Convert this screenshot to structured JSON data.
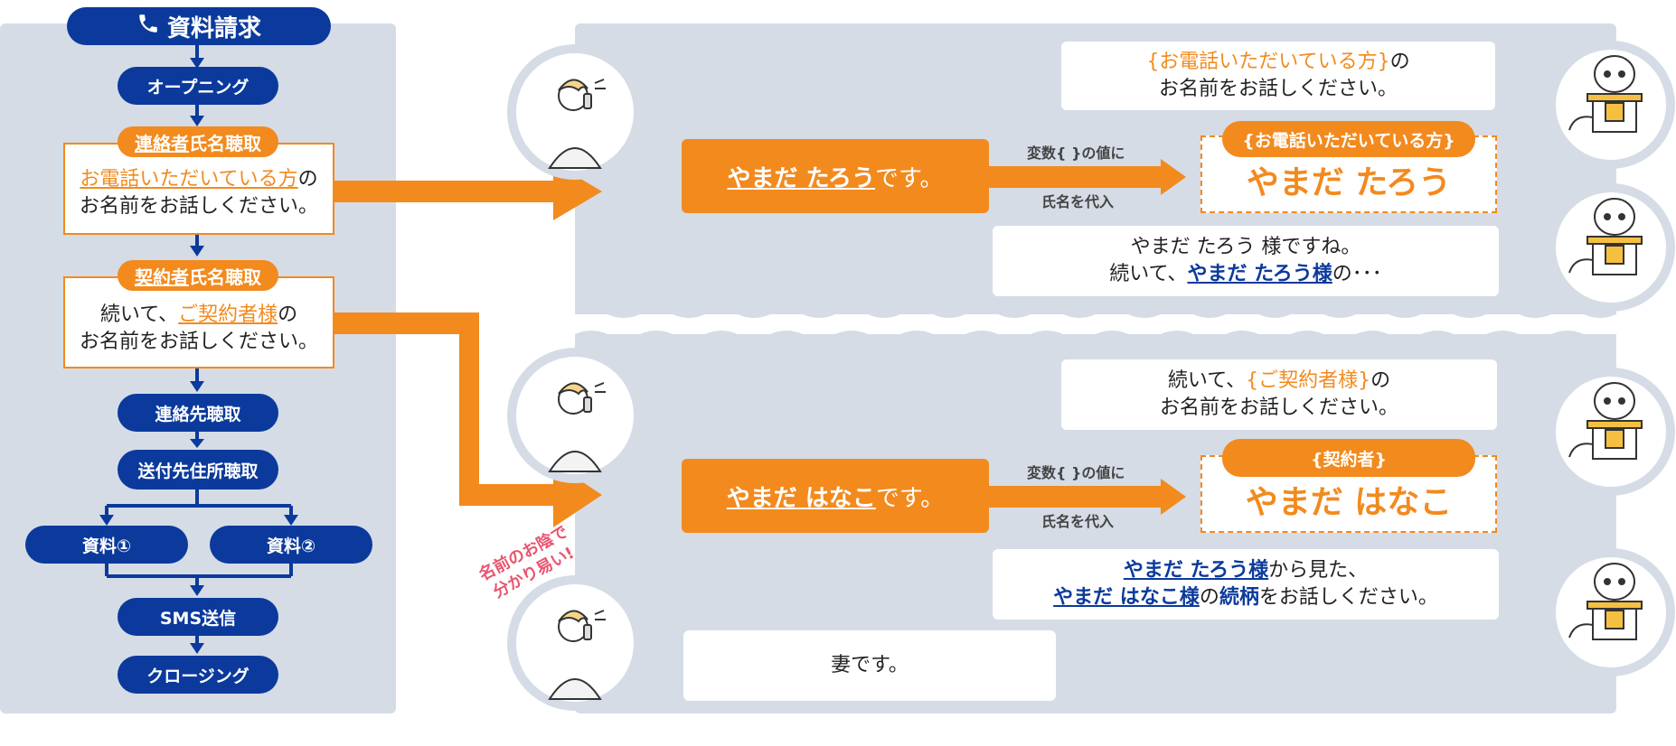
{
  "flow": {
    "top": "資料請求",
    "opening": "オープニング",
    "contact": {
      "tab_underlined": "連絡者",
      "tab_rest": "氏名聴取",
      "line1_link": "お電話いただいている方",
      "line1_rest": "の",
      "line2": "お名前をお話しください。"
    },
    "contract": {
      "tab_underlined": "契約者",
      "tab_rest": "氏名聴取",
      "line1_pre": "続いて、",
      "line1_link": "ご契約者様",
      "line1_rest": "の",
      "line2": "お名前をお話しください。"
    },
    "step_contact": "連絡先聴取",
    "step_address": "送付先住所聴取",
    "material1": "資料①",
    "material2": "資料②",
    "sms": "SMS送信",
    "closing": "クロージング"
  },
  "top_panel": {
    "bot_q1_var": "{お電話いただいている方}",
    "bot_q1_rest": "の",
    "bot_q1_line2": "お名前をお話しください。",
    "user_answer_name": "やまだ たろう",
    "user_answer_rest": "です。",
    "arrow_label1": "変数{ }の値に",
    "arrow_label2": "氏名を代入",
    "var_tab": "{お電話いただいている方}",
    "var_value": "やまだ たろう",
    "bot_confirm_line1": "やまだ たろう 様ですね。",
    "bot_confirm_line2_pre": "続いて、",
    "bot_confirm_line2_name": "やまだ たろう様",
    "bot_confirm_line2_rest": "の･･･"
  },
  "bottom_panel": {
    "bot_q1_pre": "続いて、",
    "bot_q1_var": "{ご契約者様}",
    "bot_q1_rest": "の",
    "bot_q1_line2": "お名前をお話しください。",
    "user_answer_name": "やまだ はなこ",
    "user_answer_rest": "です。",
    "arrow_label1": "変数{ }の値に",
    "arrow_label2": "氏名を代入",
    "var_tab": "{契約者}",
    "var_value": "やまだ はなこ",
    "bot_q2_name1": "やまだ たろう様",
    "bot_q2_rest1": "から見た、",
    "bot_q2_name2": "やまだ はなこ様",
    "bot_q2_mid": "の",
    "bot_q2_word": "続柄",
    "bot_q2_rest2": "をお話しください。",
    "user_reply": "妻です。",
    "note_line1": "名前のお陰で",
    "note_line2": "分かり易い!"
  },
  "colors": {
    "blue": "#0b3a9c",
    "orange": "#f28a1e",
    "panel": "#d5dce6",
    "pink": "#e9556f"
  },
  "icons": [
    "phone-icon",
    "person-phone-icon",
    "robot-icon"
  ]
}
